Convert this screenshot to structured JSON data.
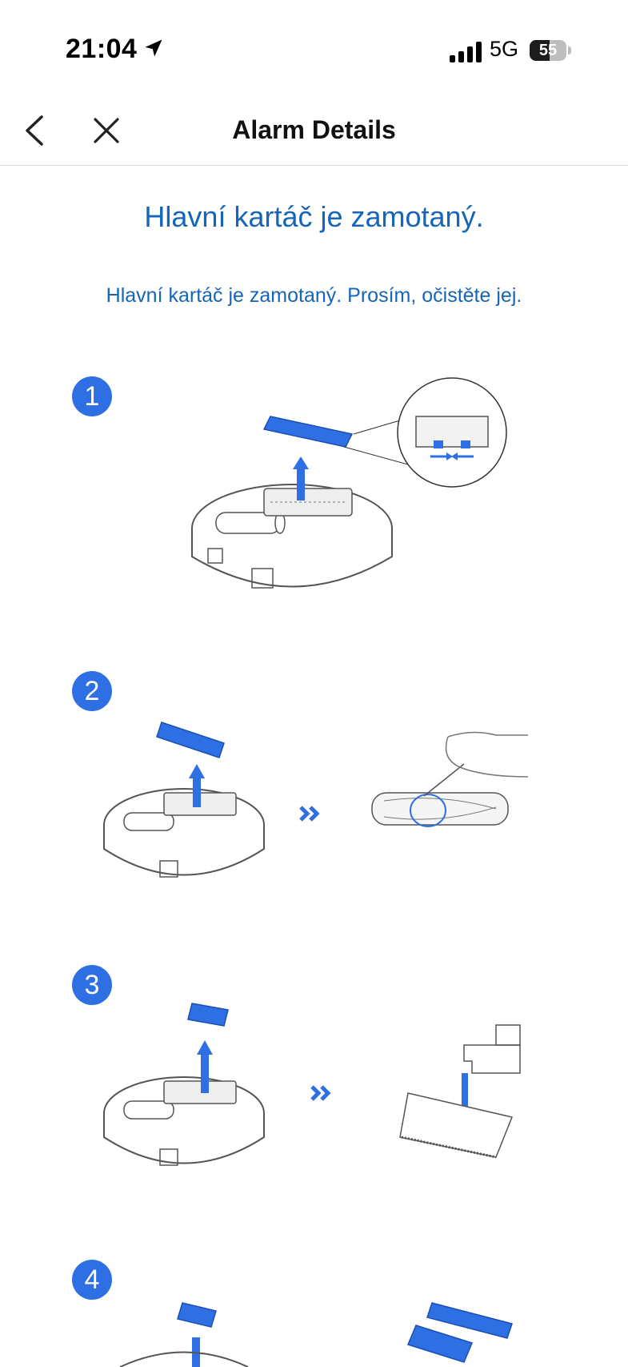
{
  "status": {
    "time": "21:04",
    "network": "5G",
    "battery": "55",
    "battery_level": 0.55
  },
  "nav": {
    "title": "Alarm Details"
  },
  "alarm": {
    "headline": "Hlavní kartáč je zamotaný.",
    "description": "Hlavní kartáč je zamotaný. Prosím, očistěte jej."
  },
  "steps": [
    {
      "number": "1"
    },
    {
      "number": "2"
    },
    {
      "number": "3"
    },
    {
      "number": "4"
    }
  ],
  "colors": {
    "accent": "#2f6fe4",
    "text_blue": "#1565b8",
    "line": "#555555"
  },
  "icons": {
    "back": "chevron-left-icon",
    "close": "close-icon",
    "location": "location-arrow-icon"
  }
}
